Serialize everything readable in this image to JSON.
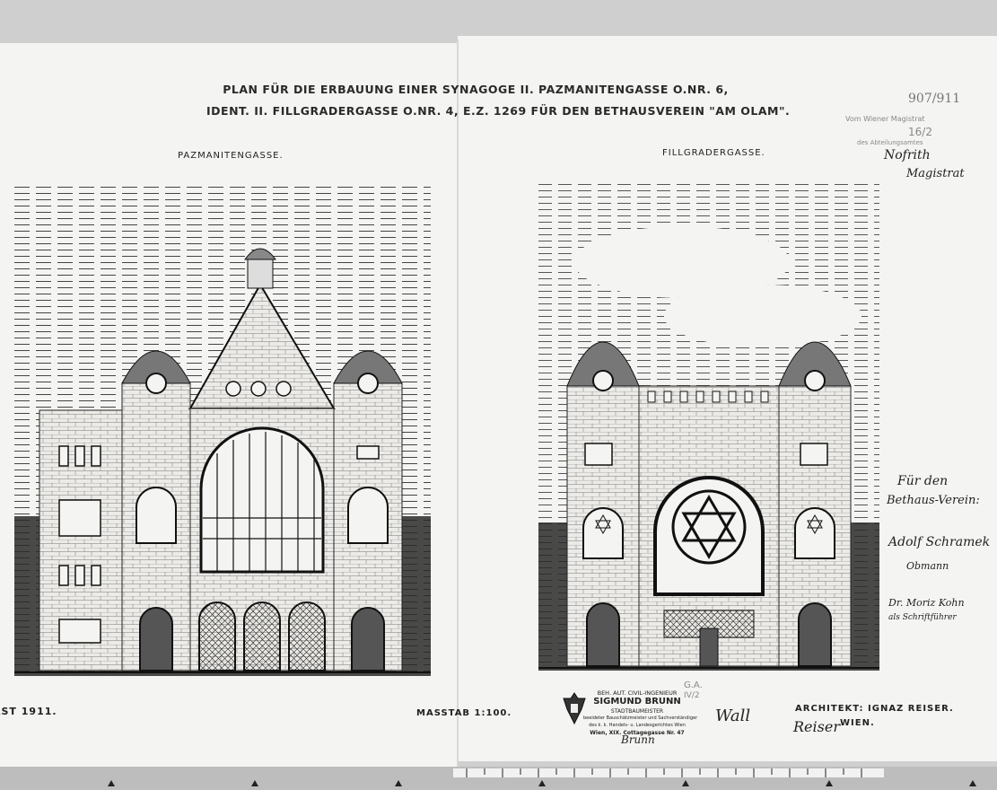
{
  "title": {
    "line1": "Plan für die Erbauung einer Synagoge II. Pazmanitengasse O.Nr. 6,",
    "line2": "Ident. II. Fillgradergasse O.Nr. 4, E.Z. 1269 für den Bethausverein \"Am Olam\"."
  },
  "left_elevation": {
    "street_label": "Pazmanitengasse."
  },
  "right_elevation": {
    "street_label": "Fillgradergasse."
  },
  "stamp_top_right": {
    "line1": "907/911",
    "line2": "Vom Wiener Magistrat",
    "line3": "16/2",
    "line4": "des Abteilungsamtes",
    "sig1": "Nofrith",
    "sig2": "Magistrat"
  },
  "signatures_right": {
    "line1": "Für den",
    "line2": "Bethaus-Verein:",
    "obmann_sig": "Adolf Schramek",
    "obmann_title": "Obmann",
    "secretary_sig": "Dr. Moriz Kohn",
    "secretary_title": "als Schriftführer"
  },
  "bottom_left": {
    "date": "AST 1911."
  },
  "scale": {
    "label": "Masstab 1:100."
  },
  "engineer_stamp": {
    "line1": "BEH. AUT. CIVIL-INGENIEUR",
    "name": "SIGMUND BRUNN",
    "line3": "STADTBAUMEISTER",
    "line4": "beeideter Bauschätzmeister und Sachverständiger",
    "line5": "des k. k. Handels- u. Landesgerichtes Wien",
    "line6": "Wien, XIX. Cottagegasse Nr. 47",
    "signature": "Brunn"
  },
  "faded_stamp": {
    "line1": "G.A.",
    "line2": "IV/2"
  },
  "architect": {
    "label": "Architekt: Ignaz Reiser.",
    "city": "Wien.",
    "sig1": "Wall",
    "sig2": "Reiser"
  }
}
